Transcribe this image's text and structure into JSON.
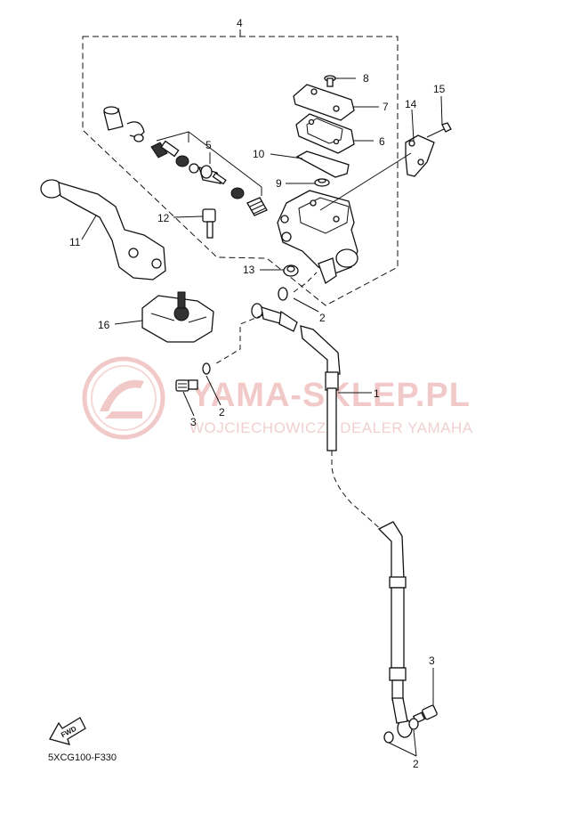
{
  "diagram": {
    "diagram_code": "5XCG100-F330",
    "direction_badge": "FWD",
    "callouts": {
      "c1": "1",
      "c2a": "2",
      "c2b": "2",
      "c2c": "2",
      "c3a": "3",
      "c3b": "3",
      "c4": "4",
      "c5": "5",
      "c6": "6",
      "c7": "7",
      "c8": "8",
      "c9": "9",
      "c10": "10",
      "c11": "11",
      "c12": "12",
      "c13": "13",
      "c14": "14",
      "c15": "15",
      "c16": "16"
    }
  },
  "watermark": {
    "brand": "YAMA-SKLEP.PL",
    "tagline": "WOJCIECHOWICZ | DEALER YAMAHA"
  },
  "colors": {
    "watermark": "#f2c9c9",
    "line": "#111111",
    "background": "#ffffff"
  }
}
